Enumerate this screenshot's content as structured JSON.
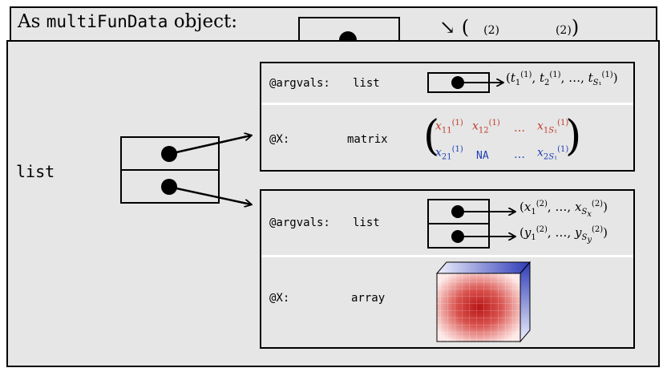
{
  "header": {
    "prefix": "As ",
    "class_name": "multiFunData",
    "suffix": " object:",
    "peek": "(2)        (2)"
  },
  "main": {
    "outer_type": "list",
    "panel1": {
      "argvals_slot": "@argvals:",
      "argvals_type": "list",
      "argvals_value": "(t₁⁽¹⁾, t₂⁽¹⁾, …, t_S₁⁽¹⁾)",
      "x_slot": "@X:",
      "x_type": "matrix",
      "matrix": {
        "row1": [
          "x₁₁⁽¹⁾",
          "x₁₂⁽¹⁾",
          "…",
          "x₁S₁⁽¹⁾"
        ],
        "row2": [
          "x₂₁⁽¹⁾",
          "NA",
          "…",
          "x₂S₁⁽¹⁾"
        ]
      }
    },
    "panel2": {
      "argvals_slot": "@argvals:",
      "argvals_type": "list",
      "argvals_value1": "(x₁⁽²⁾, …, x_Sx⁽²⁾)",
      "argvals_value2": "(y₁⁽²⁾, …, y_Sy⁽²⁾)",
      "x_slot": "@X:",
      "x_type": "array"
    }
  },
  "colors": {
    "background": "#e6e6e6",
    "row1": "#c0392b",
    "row2": "#1f3fb5",
    "array_face_center": "#c0392b",
    "array_side": "#3b45c8"
  }
}
